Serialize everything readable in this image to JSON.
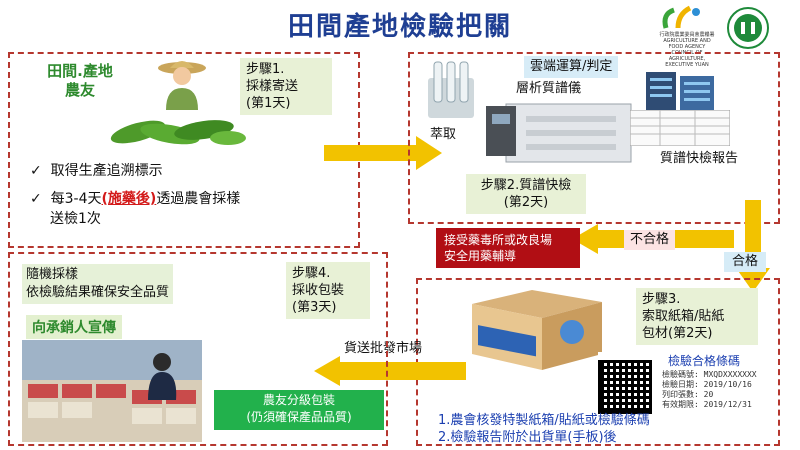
{
  "title": "田間產地檢驗把關",
  "logos": {
    "coa_line1": "行政院農業委員會農糧署",
    "coa_line2": "AGRICULTURE AND FOOD AGENCY",
    "coa_line3": "COUNCIL OF AGRICULTURE, EXECUTIVE YUAN"
  },
  "box1": {
    "farmer_label": "田間.產地\n農友",
    "step1": "步驟1.\n採樣寄送\n(第1天)",
    "check1": "取得生產追溯標示",
    "check2_a": "每3-4天",
    "check2_b": "(施藥後)",
    "check2_c": "透過農會採樣",
    "check2_d": "送檢1次"
  },
  "box2": {
    "cloud": "雲端運算/判定",
    "instrument": "層析質譜儀",
    "extract": "萃取",
    "report": "質譜快檢報告",
    "step2": "步驟2.質譜快檢\n(第2天)"
  },
  "fail": {
    "label": "不合格",
    "action": "接受藥毒所或改良場\n安全用藥輔導"
  },
  "pass": {
    "label": "合格"
  },
  "box3": {
    "step3": "步驟3.\n索取紙箱/貼紙\n包材(第2天)",
    "cert_title": "檢驗合格條碼",
    "cert_lines": [
      "檢驗碼號: MXQDXXXXXXX",
      "檢驗日期: 2019/10/16",
      "列印張數: 20",
      "有效期限: 2019/12/31"
    ],
    "note1": "1.農會核發特製紙箱/貼紙或檢驗條碼",
    "note2": "2.檢驗報告附於出貨單(手板)後"
  },
  "ship": {
    "label": "貨送批發市場"
  },
  "box4": {
    "random": "隨機採樣\n依檢驗結果確保安全品質",
    "step4": "步驟4.\n採收包裝\n(第3天)",
    "promo": "向承銷人宣傳",
    "grade": "農友分級包裝\n(仍須確保產品品質)"
  },
  "colors": {
    "title": "#1f3f93",
    "dashed_border": "#b5372f",
    "arrow": "#f2c200",
    "fail_red": "#b10e14",
    "pass_green": "#22b14c",
    "note_blue": "#1b3fb0"
  }
}
